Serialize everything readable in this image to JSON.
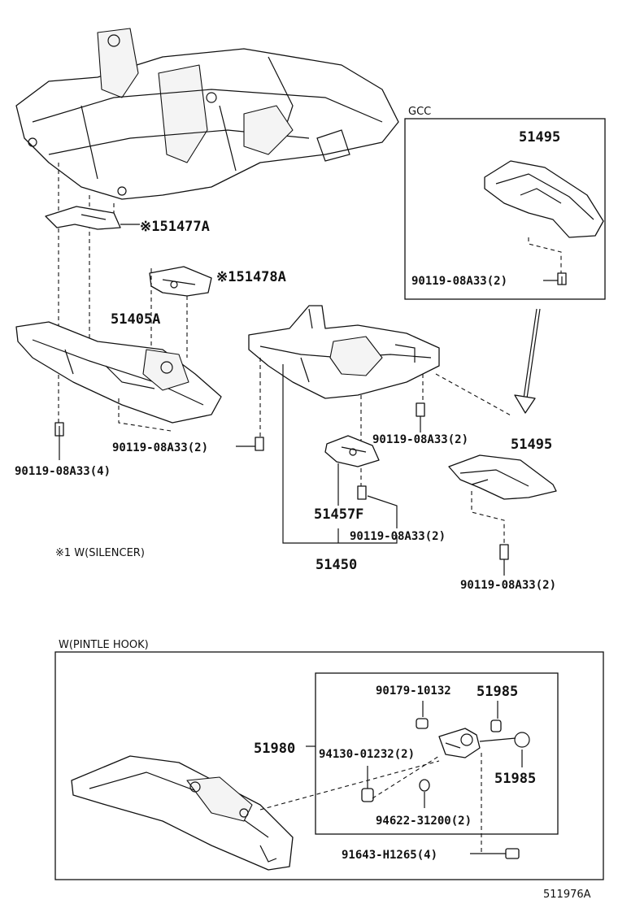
{
  "labels": {
    "gcc": "GCC",
    "p51495_top": "51495",
    "bolt_gcc": "90119-08A33(2)",
    "p51477a": "※151477A",
    "p51478a": "※151478A",
    "p51405a": "51405A",
    "bolt_left_4": "90119-08A33(4)",
    "bolt_mid_2": "90119-08A33(2)",
    "bolt_center_2": "90119-08A33(2)",
    "p51495_mid": "51495",
    "p51457f": "51457F",
    "bolt_lower_2": "90119-08A33(2)",
    "p51450": "51450",
    "bolt_right_2": "90119-08A33(2)",
    "note_silencer": "※1 W(SILENCER)",
    "pintle_title": "W(PINTLE HOOK)",
    "p51980": "51980",
    "p90179": "90179-10132",
    "p51985_a": "51985",
    "p94130": "94130-01232(2)",
    "p51985_b": "51985",
    "p94622": "94622-31200(2)",
    "p91643": "91643-H1265(4)",
    "diagram_id": "511976A"
  }
}
